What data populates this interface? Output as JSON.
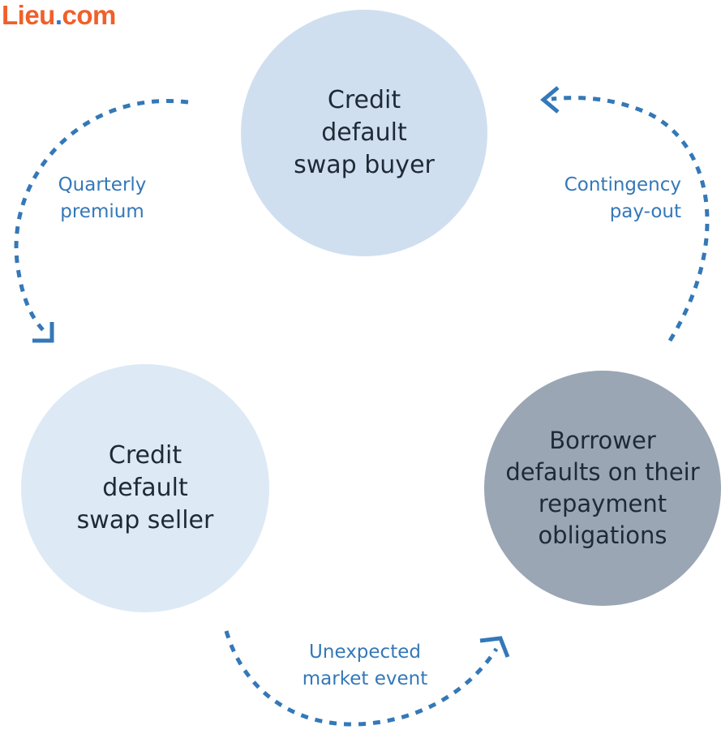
{
  "logo": {
    "part1": "Lieu",
    "part2": ".",
    "part3": "com"
  },
  "nodes": {
    "buyer": "Credit\ndefault\nswap buyer",
    "seller": "Credit\ndefault\nswap seller",
    "borrower": "Borrower\ndefaults on their\nrepayment\nobligations"
  },
  "flows": {
    "quarterly_premium": "Quarterly\npremium",
    "contingency_payout": "Contingency\npay-out",
    "unexpected_event": "Unexpected\nmarket event"
  },
  "colors": {
    "buyer_fill": "#cfdff0",
    "seller_fill": "#dde9f5",
    "borrower_fill": "#9aa6b3",
    "arrow": "#3478b8",
    "logo_orange": "#f0602a",
    "logo_blue": "#3478c8"
  }
}
